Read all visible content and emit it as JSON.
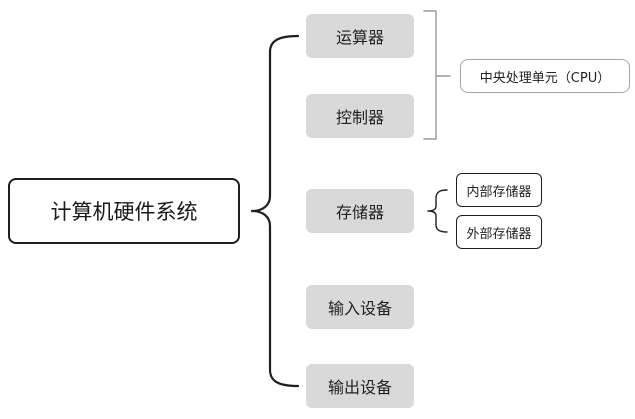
{
  "root": {
    "label": "计算机硬件系统"
  },
  "branches": [
    {
      "label": "运算器"
    },
    {
      "label": "控制器"
    },
    {
      "label": "存储器"
    },
    {
      "label": "输入设备"
    },
    {
      "label": "输出设备"
    }
  ],
  "cpu_group": {
    "label": "中央处理单元（CPU）"
  },
  "storage_children": [
    {
      "label": "内部存储器"
    },
    {
      "label": "外部存储器"
    }
  ],
  "colors": {
    "branch_fill": "#d9d9d9",
    "outline_dark": "#1f1f1f",
    "outline_light": "#a6a6a6"
  }
}
